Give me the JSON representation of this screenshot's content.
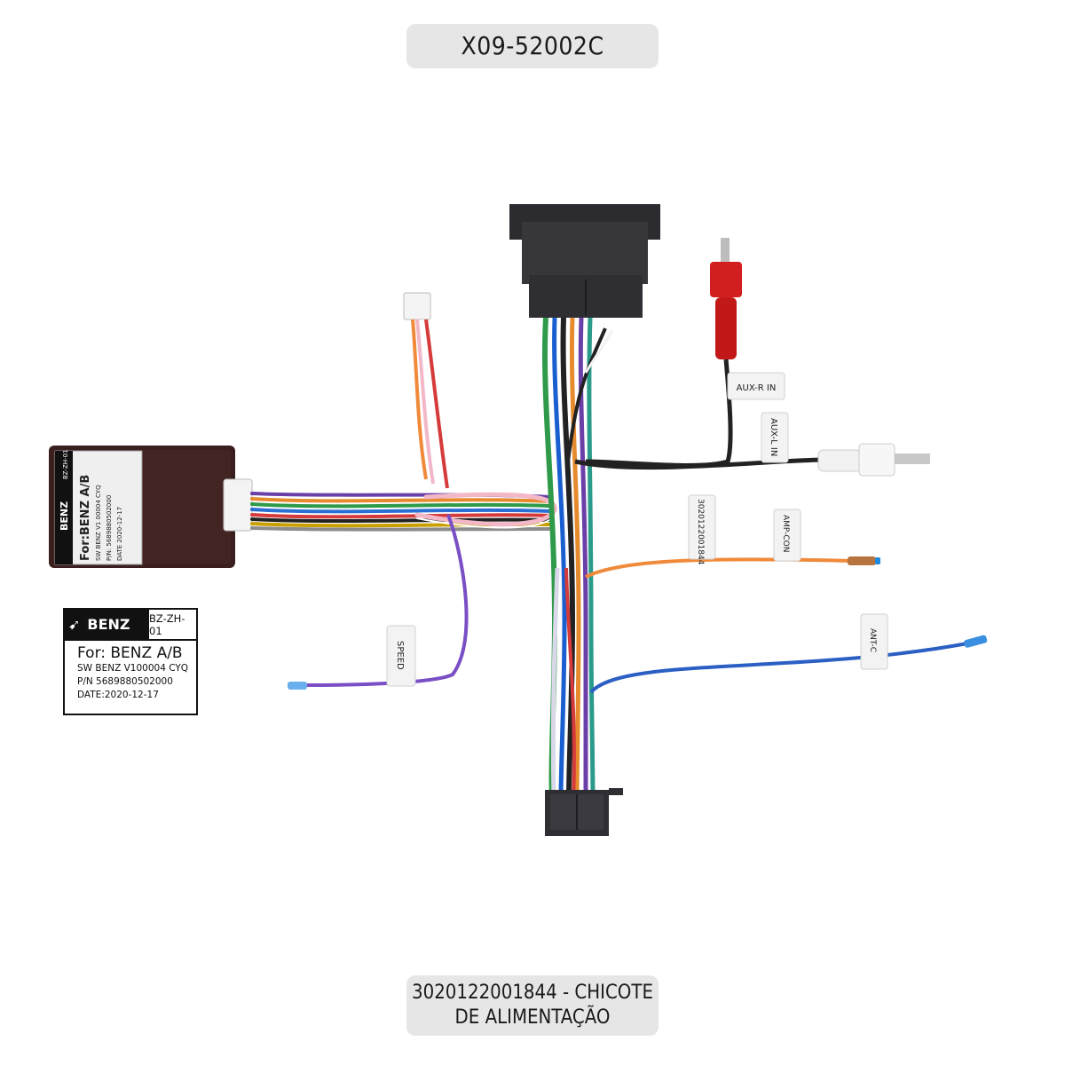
{
  "title": "X09-52002C",
  "caption": {
    "line1": "3020122001844 - CHICOTE",
    "line2": "DE ALIMENTAÇÃO"
  },
  "module_label": {
    "brand": "BENZ",
    "model": "BZ-ZH-01",
    "for": "For: BENZ A/B",
    "sw": "SW BENZ V100004 CYQ",
    "pn": "P/N 5689880502000",
    "date": "DATE:2020-12-17"
  },
  "module_small_label": {
    "brand": "BENZ",
    "model": "BZ-ZH-01",
    "for": "For:BENZ A/B",
    "sw": "SW BENZ V1 00004 CYQ",
    "pn": "P/N: 5689880502000",
    "date": "DATE 2020-12-17"
  },
  "wire_tags": {
    "aux_r": "AUX-R IN",
    "aux_l": "AUX-L IN",
    "part": "3020122001844",
    "amp": "AMP-CON",
    "speed": "SPEED",
    "ant": "ANT-C"
  },
  "colors": {
    "pill_bg": "#e6e6e6",
    "module_body": "#3a1f1e",
    "connector": "#2e2e32",
    "rca_red": "#d21e1e",
    "rca_white": "#f2f2f2",
    "wire_orange": "#f08a3a",
    "wire_blue": "#2b5fc4",
    "wire_purple": "#7a4fc6"
  }
}
